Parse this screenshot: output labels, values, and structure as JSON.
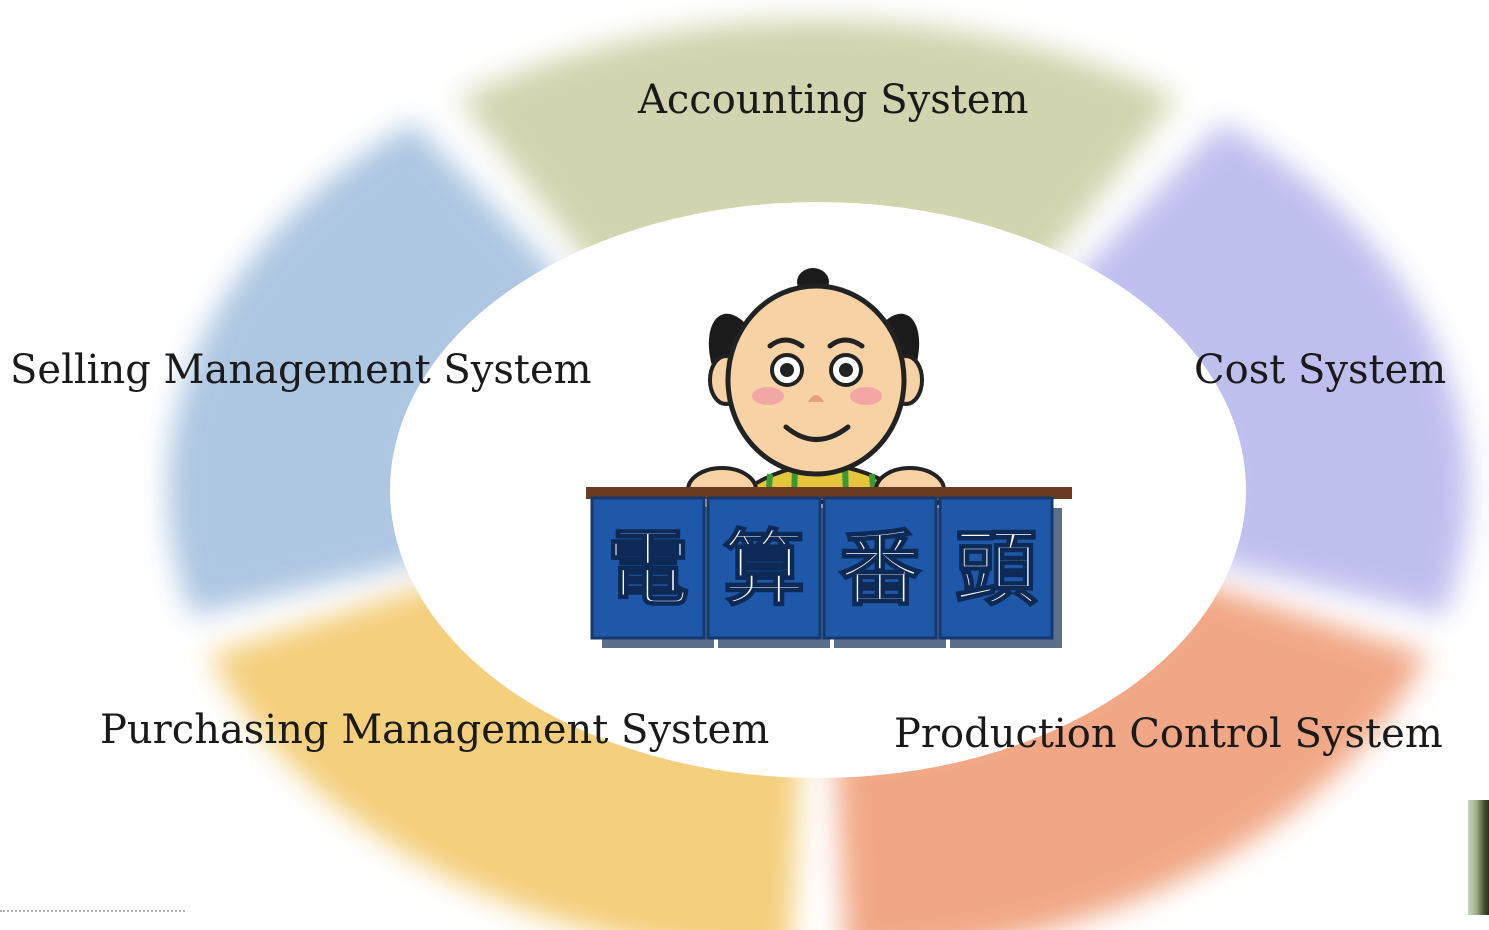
{
  "segments": [
    {
      "key": "accounting",
      "label": "Accounting System",
      "color": "#c9cca0"
    },
    {
      "key": "cost",
      "label": "Cost System",
      "color": "#b4b4ec"
    },
    {
      "key": "production",
      "label": "Production Control System",
      "color": "#ee9870"
    },
    {
      "key": "purchasing",
      "label": "Purchasing Management System",
      "color": "#f2c764"
    },
    {
      "key": "selling",
      "label": "Selling Management System",
      "color": "#9fbcdd"
    }
  ],
  "center": {
    "logo_characters": [
      "電",
      "算",
      "番",
      "頭"
    ],
    "noren_color": "#1f58a8",
    "mascot_icon": "samurai-clerk-mascot"
  }
}
